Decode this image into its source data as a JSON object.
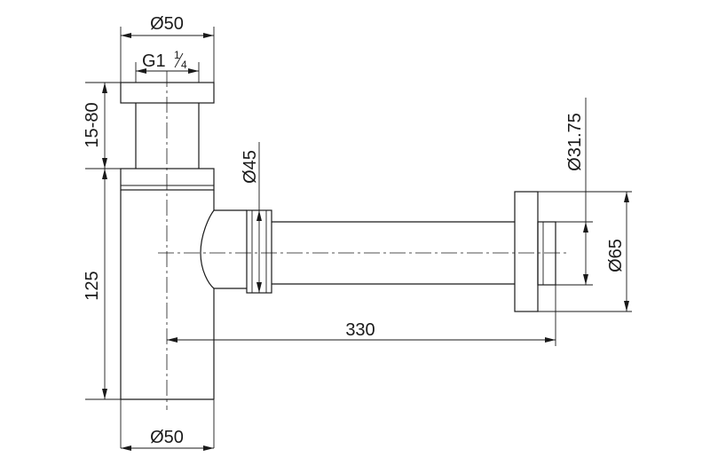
{
  "dimensions": {
    "top_diameter": "Ø50",
    "thread_prefix": "G1",
    "thread_num": "1",
    "thread_den": "4",
    "height_range": "15-80",
    "body_height": "125",
    "inlet_diameter": "Ø45",
    "length": "330",
    "pipe_diameter": "Ø31.75",
    "flange_diameter": "Ø65",
    "bottom_diameter": "Ø50"
  }
}
